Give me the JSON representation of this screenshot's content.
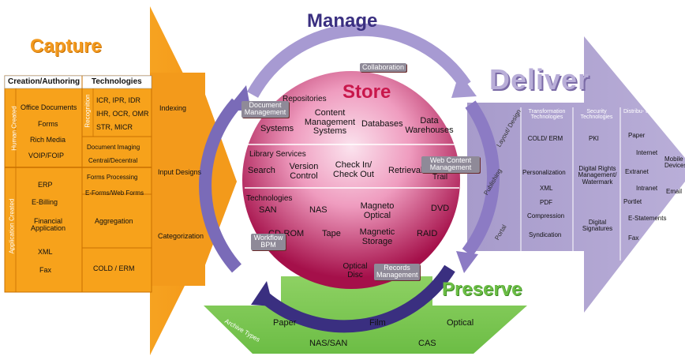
{
  "capture": {
    "title": "Capture",
    "col_headers": [
      "Creation/Authoring",
      "Technologies"
    ],
    "group_labels": [
      "Human Created",
      "Application Created"
    ],
    "recognition_label": "Recognition",
    "creation_items": [
      "Office Documents",
      "Forms",
      "Rich Media",
      "VOIP/FOIP",
      "ERP",
      "E-Billing",
      "Financial Application",
      "XML",
      "Fax"
    ],
    "tech_items": [
      "ICR, IPR, IDR",
      "IHR, OCR, OMR",
      "STR, MICR",
      "Document Imaging",
      "Central/Decentral",
      "Forms Processing",
      "E-Forms/Web Forms",
      "Aggregation",
      "COLD / ERM"
    ],
    "arrow_items": [
      "Indexing",
      "Input Designs",
      "Categorization"
    ]
  },
  "manage": {
    "title": "Manage",
    "store_title": "Store",
    "tags": [
      "Collaboration",
      "Document Management",
      "Web Content Management",
      "Workflow BPM",
      "Records Management"
    ],
    "repositories": {
      "label": "Repositories",
      "items": [
        "Systems",
        "Content Management Systems",
        "Databases",
        "Data Warehouses"
      ]
    },
    "library": {
      "label": "Library Services",
      "items": [
        "Search",
        "Version Control",
        "Check In/ Check Out",
        "Retrieval",
        "Trail"
      ]
    },
    "technologies": {
      "label": "Technologies",
      "items": [
        "SAN",
        "NAS",
        "Magneto Optical",
        "DVD",
        "CD-ROM",
        "Tape",
        "Magnetic Storage",
        "RAID",
        "Optical Disc"
      ]
    }
  },
  "deliver": {
    "title": "Deliver",
    "headers": [
      "Transformation Technologies",
      "Security Technologies",
      "Distribu- tion"
    ],
    "side_labels": [
      "Layout/ Design",
      "Publishing",
      "Portal"
    ],
    "transformation": [
      "COLD/ ERM",
      "Personalization",
      "XML",
      "PDF",
      "Compression",
      "Syndication"
    ],
    "security": [
      "PKI",
      "Digital Rights Management/ Watermark",
      "Digital Signatures"
    ],
    "distribution": [
      "Paper",
      "Internet",
      "Mobile Devices",
      "Extranet",
      "Email",
      "Intranet",
      "Portlet",
      "E-Statements",
      "Fax"
    ]
  },
  "preserve": {
    "title": "Preserve",
    "side_label": "Archive Types",
    "items": [
      "Paper",
      "Film",
      "Optical",
      "NAS/SAN",
      "CAS"
    ]
  },
  "colors": {
    "capture": "#f7a21b",
    "manage": "#3a2f80",
    "store": "#c8174b",
    "deliver": "#b8add6",
    "preserve": "#7cc552"
  }
}
